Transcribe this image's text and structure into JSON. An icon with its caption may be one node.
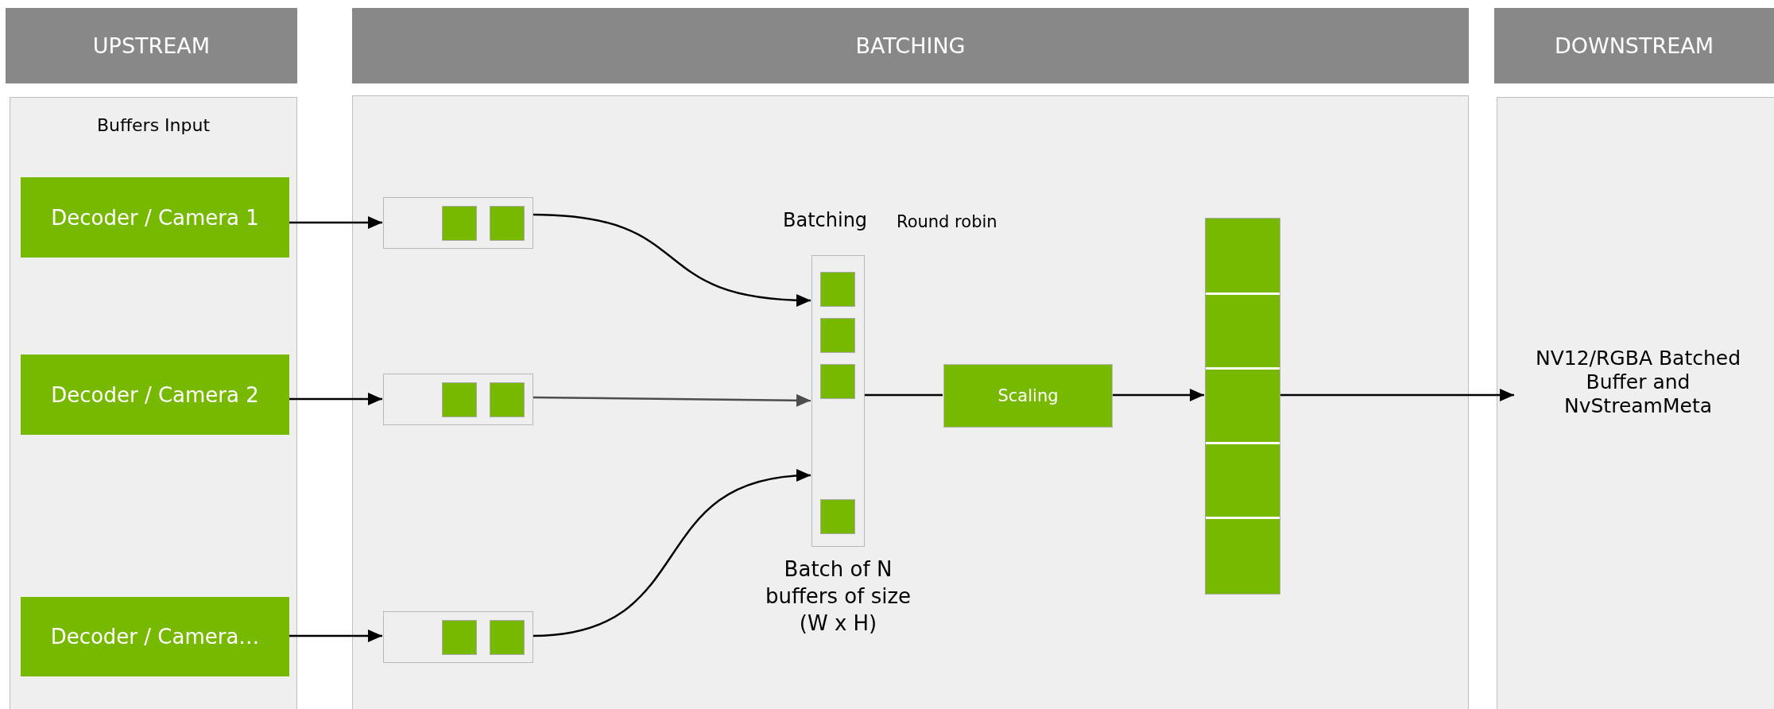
{
  "diagram": {
    "nodes": [
      {
        "text": [
          "UPSTREAM"
        ]
      },
      {
        "text": [
          "BATCHING"
        ]
      },
      {
        "text": [
          "DOWNSTREAM"
        ]
      },
      {
        "text": [
          "Buffers Input"
        ]
      },
      {
        "text": [],
        "shape": "box"
      },
      {
        "text": [],
        "shape": "box"
      },
      {
        "text": [
          "Decoder / Camera 1"
        ],
        "in": 3
      },
      {
        "text": [
          "Decoder / Camera 2"
        ],
        "in": 3
      },
      {
        "text": [
          "Decoder / Camera…"
        ],
        "in": 3
      },
      {
        "text": [],
        "shape": "box",
        "in": 4
      },
      {
        "text": [],
        "shape": "box",
        "in": 4
      },
      {
        "text": [],
        "shape": "box",
        "in": 4
      },
      {
        "text": [],
        "shape": "box",
        "in": 4,
        "beside": [
          "Batch of N buffers of size (W x H)"
        ]
      },
      {
        "text": [
          "Scaling"
        ],
        "in": 4
      },
      {
        "text": [],
        "shape": "box",
        "in": 4
      },
      {
        "text": [
          "NV12/RGBA Batched Buffer and NvStreamMeta"
        ],
        "in": 5
      }
    ],
    "edges": [
      {
        "from": 6,
        "to": 9,
        "arrow": "to"
      },
      {
        "from": 7,
        "to": 10,
        "arrow": "to"
      },
      {
        "from": 8,
        "to": 11,
        "arrow": "to"
      },
      {
        "from": 9,
        "to": 12,
        "arrow": "to"
      },
      {
        "from": 10,
        "to": 12,
        "arrow": "to",
        "color": "#4d4d4d"
      },
      {
        "from": 11,
        "to": 12,
        "arrow": "to"
      },
      {
        "from": 12,
        "to": 13,
        "arrow": "none"
      },
      {
        "from": 13,
        "to": 14,
        "arrow": "to"
      },
      {
        "from": 14,
        "to": 15,
        "arrow": "to"
      }
    ],
    "labels": [
      "Batching",
      "Round robin"
    ]
  }
}
